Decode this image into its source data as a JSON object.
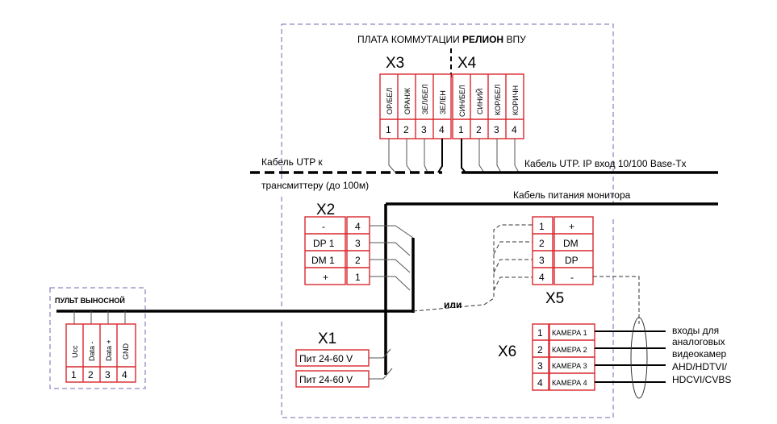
{
  "board_title_prefix": "ПЛАТА КОММУТАЦИИ",
  "board_title_brand": "РЕЛИОН",
  "board_title_suffix": "ВПУ",
  "x3": {
    "label": "X3",
    "wires": [
      "ОР/БЕЛ",
      "ОРАНЖ",
      "ЗЕЛ/БЕЛ",
      "ЗЕЛЕН"
    ],
    "pins": [
      "1",
      "2",
      "3",
      "4"
    ]
  },
  "x4": {
    "label": "X4",
    "wires": [
      "СИН/БЕЛ",
      "СИНИЙ",
      "КОР/БЕЛ",
      "КОРИЧН"
    ],
    "pins": [
      "1",
      "2",
      "3",
      "4"
    ]
  },
  "cable_utp_left_1": "Кабель UTP к",
  "cable_utp_left_2": "трансмиттеру (до 100м)",
  "cable_utp_right": "Кабель UTP. IP вход 10/100 Base-Tx",
  "cable_power_monitor": "Кабель питания монитора",
  "x2": {
    "label": "X2",
    "signals": [
      "-",
      "DP 1",
      "DM 1",
      "+"
    ],
    "pins": [
      "4",
      "3",
      "2",
      "1"
    ]
  },
  "x5": {
    "label": "X5",
    "pins": [
      "1",
      "2",
      "3",
      "4"
    ],
    "signals": [
      "+",
      "DM",
      "DP",
      "-"
    ]
  },
  "or_label": "или",
  "remote": {
    "title": "ПУЛЬТ ВЫНОСНОЙ",
    "signals": [
      "Ucc",
      "Data -",
      "Data +",
      "GND"
    ],
    "pins": [
      "1",
      "2",
      "3",
      "4"
    ]
  },
  "x1": {
    "label": "X1",
    "rows": [
      "Пит 24-60 V",
      "Пит 24-60 V"
    ]
  },
  "x6": {
    "label": "X6",
    "pins": [
      "1",
      "2",
      "3",
      "4"
    ],
    "cams": [
      "КАМЕРА 1",
      "КАМЕРА 2",
      "КАМЕРА 3",
      "КАМЕРА 4"
    ]
  },
  "video_inputs": [
    "входы для",
    "аналоговых",
    "видеокамер",
    "AHD/HDTVI/",
    "HDCVI/CVBS"
  ]
}
